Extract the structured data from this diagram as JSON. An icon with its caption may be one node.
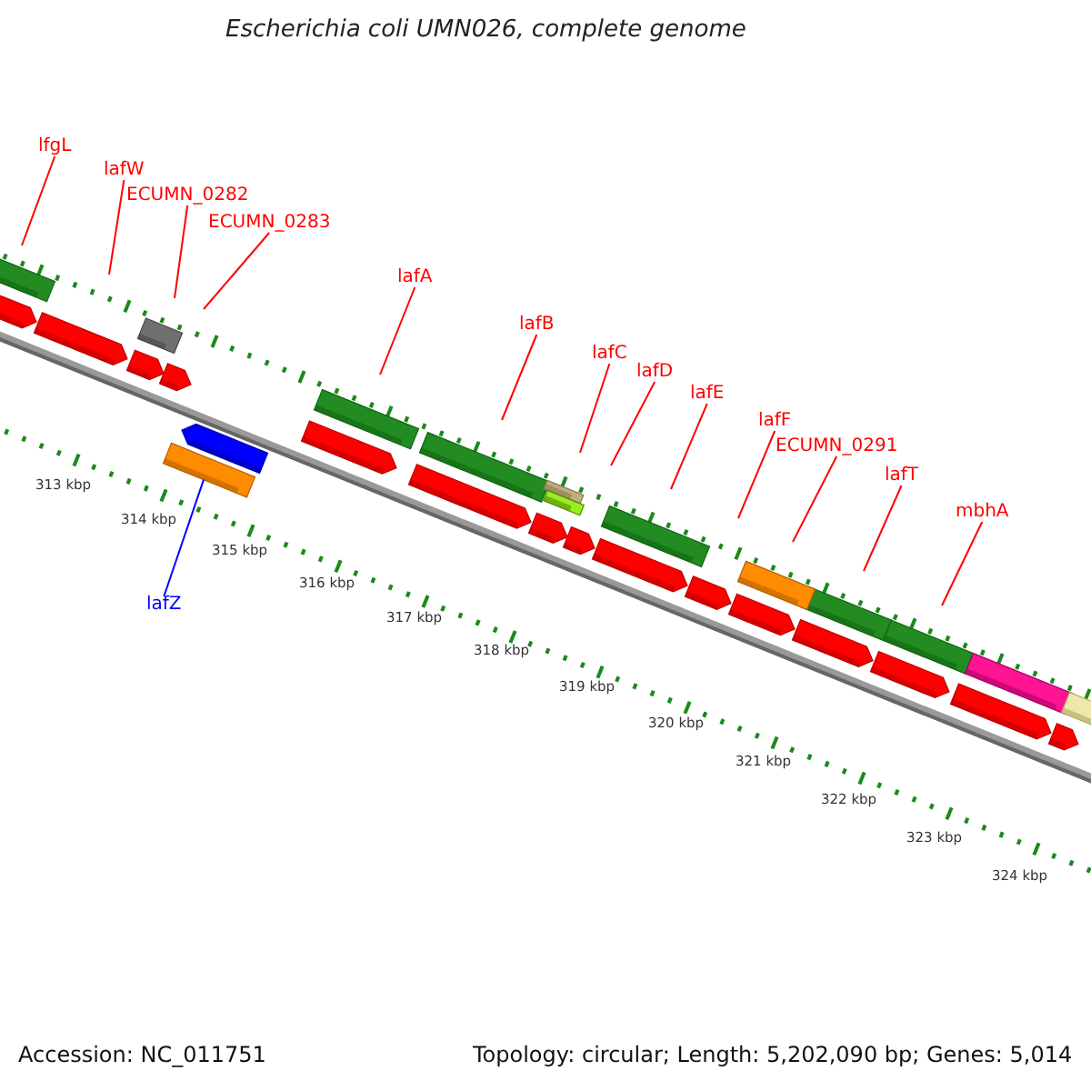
{
  "diagram": {
    "title": "Escherichia coli UMN026, complete genome",
    "nodes": [
      {
        "text": [
          "lfgL"
        ]
      },
      {
        "text": [
          "lafW"
        ]
      },
      {
        "text": [
          "ECUMN_0282"
        ]
      },
      {
        "text": [
          "ECUMN_0283"
        ]
      },
      {
        "text": [
          "lafA"
        ]
      },
      {
        "text": [
          "lafB"
        ]
      },
      {
        "text": [
          "lafC"
        ]
      },
      {
        "text": [
          "lafD"
        ]
      },
      {
        "text": [
          "lafE"
        ]
      },
      {
        "text": [
          "lafF"
        ]
      },
      {
        "text": [
          "ECUMN_0291"
        ]
      },
      {
        "text": [
          "lafT"
        ]
      },
      {
        "text": [
          "mbhA"
        ]
      },
      {
        "text": [
          "lafZ"
        ]
      },
      {
        "text": [],
        "shape": "bar"
      }
    ],
    "edges": [
      {
        "from": 0,
        "to": null,
        "arrow": "none"
      },
      {
        "from": 1,
        "to": null,
        "arrow": "none"
      },
      {
        "from": 2,
        "to": null,
        "arrow": "none"
      },
      {
        "from": 3,
        "to": null,
        "arrow": "none"
      },
      {
        "from": 4,
        "to": null,
        "arrow": "none"
      },
      {
        "from": 5,
        "to": null,
        "arrow": "none"
      },
      {
        "from": 6,
        "to": null,
        "arrow": "none"
      },
      {
        "from": 7,
        "to": null,
        "arrow": "none"
      },
      {
        "from": 8,
        "to": null,
        "arrow": "none"
      },
      {
        "from": 9,
        "to": null,
        "arrow": "none"
      },
      {
        "from": 10,
        "to": null,
        "arrow": "none"
      },
      {
        "from": 11,
        "to": null,
        "arrow": "none"
      },
      {
        "from": 12,
        "to": null,
        "arrow": "none"
      },
      {
        "from": 13,
        "to": 14,
        "arrow": "none",
        "color": "#0000ff"
      }
    ],
    "labels": [
      "313 kbp",
      "314 kbp",
      "315 kbp",
      "316 kbp",
      "317 kbp",
      "318 kbp",
      "319 kbp",
      "320 kbp",
      "321 kbp",
      "322 kbp",
      "323 kbp",
      "324 kbp",
      "Accession: NC_011751",
      "Topology: circular; Length: 5,202,090 bp; Genes: 5,014"
    ]
  }
}
